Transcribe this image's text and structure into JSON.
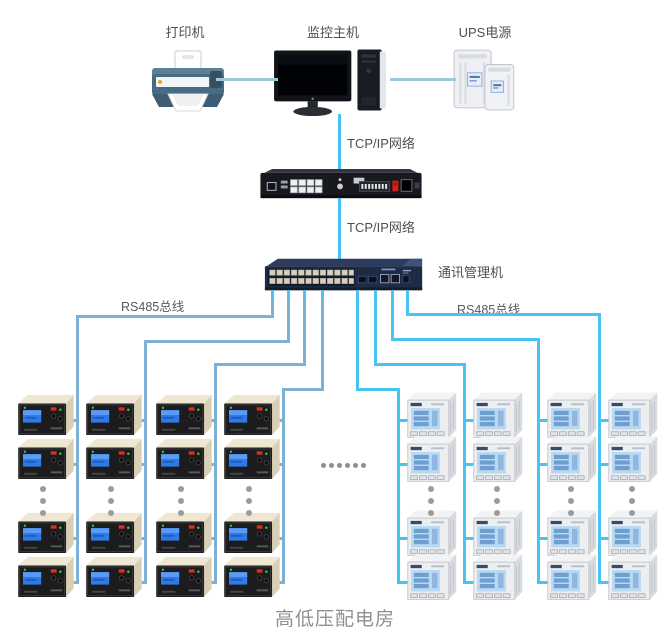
{
  "top": {
    "printer_label": "打印机",
    "host_label": "监控主机",
    "ups_label": "UPS电源",
    "printer_icon": "printer-icon",
    "host_icon": "monitor-host-icon",
    "ups_icon": "ups-icon"
  },
  "network": {
    "tcpip_label_top": "TCP/IP网络",
    "tcpip_label_bottom": "TCP/IP网络",
    "gateway_label": "通讯管理机",
    "rs485_left_label": "RS485总线",
    "rs485_right_label": "RS485总线",
    "router_icon": "ethernet-router-icon",
    "switch_icon": "comm-manager-switch-icon"
  },
  "field_devices": {
    "relay_icon": "protection-relay-icon",
    "meter_icon": "power-meter-icon",
    "relay_columns_visible": 4,
    "meter_columns_visible": 4,
    "devices_visible_per_column": 4
  },
  "colors": {
    "bus_left": "#7cb0d4",
    "bus_right": "#49c3f2",
    "tcp_line": "#49c3f2",
    "top_link": "#9dc9e0",
    "label_text": "#4f4f4f",
    "footer_text": "#909090"
  },
  "footer": {
    "room_label": "高低压配电房"
  }
}
